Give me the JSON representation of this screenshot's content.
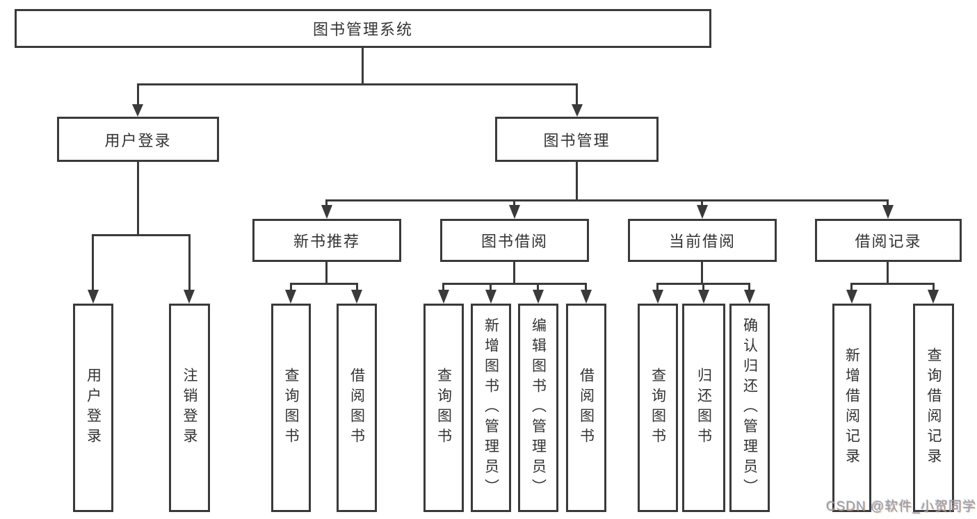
{
  "tree": {
    "root": {
      "label": "图书管理系统",
      "children": [
        {
          "label": "用户登录",
          "children": [
            {
              "label": "用户登录"
            },
            {
              "label": "注销登录"
            }
          ]
        },
        {
          "label": "图书管理",
          "children": [
            {
              "label": "新书推荐",
              "children": [
                {
                  "label": "查询图书"
                },
                {
                  "label": "借阅图书"
                }
              ]
            },
            {
              "label": "图书借阅",
              "children": [
                {
                  "label": "查询图书"
                },
                {
                  "label": "新增图书（管理员）"
                },
                {
                  "label": "编辑图书（管理员）"
                },
                {
                  "label": "借阅图书"
                }
              ]
            },
            {
              "label": "当前借阅",
              "children": [
                {
                  "label": "查询图书"
                },
                {
                  "label": "归还图书"
                },
                {
                  "label": "确认归还（管理员）"
                }
              ]
            },
            {
              "label": "借阅记录",
              "children": [
                {
                  "label": "新增借阅记录"
                },
                {
                  "label": "查询借阅记录"
                }
              ]
            }
          ]
        }
      ]
    }
  },
  "watermark": {
    "text": "CSDN @软件_小贺同学"
  },
  "colors": {
    "background": "#ffffff",
    "box_border": "#3a3a3a",
    "connector": "#3a3a3a",
    "text": "#333333",
    "watermark": "#9c9c9c"
  }
}
